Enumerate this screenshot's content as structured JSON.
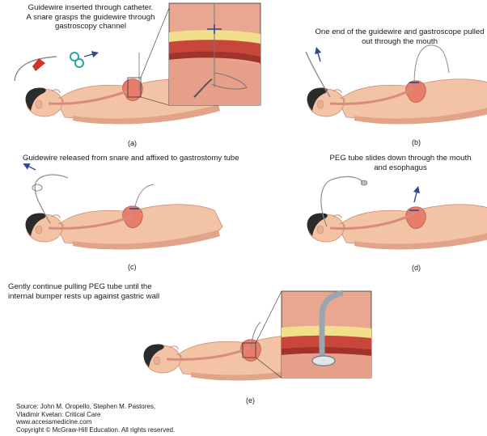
{
  "captions": {
    "a": "Guidewire inserted through catheter.\nA snare grasps the guidewire through\ngastroscopy channel",
    "b": "One end of the guidewire and gastroscope pulled\nout through the mouth",
    "c": "Guidewire released from snare and affixed to gastrostomy tube",
    "d": "PEG tube slides down through the mouth\nand esophagus",
    "e": "Gently continue pulling PEG tube until the\ninternal bumper rests up against gastric wall"
  },
  "panel_labels": {
    "a": "(a)",
    "b": "(b)",
    "c": "(c)",
    "d": "(d)",
    "e": "(e)"
  },
  "source": {
    "line1": "Source: John M. Oropello, Stephen M. Pastores,",
    "line2": "Vladimir Kvetan: Critical Care",
    "line3": "www.accessmedicine.com",
    "line4": "Copyright © McGraw-Hill Education. All rights reserved."
  },
  "colors": {
    "skin": "#f3c3a6",
    "skin_shadow": "#e2a488",
    "hair": "#2b2b2b",
    "stomach": "#e77d6a",
    "tube": "#d98b7c",
    "wire": "#8c8c8c",
    "arrow": "#2e4a8c",
    "tissue_red": "#c9463a",
    "tissue_fat": "#f2df8c",
    "tissue_pink": "#e9a792"
  }
}
